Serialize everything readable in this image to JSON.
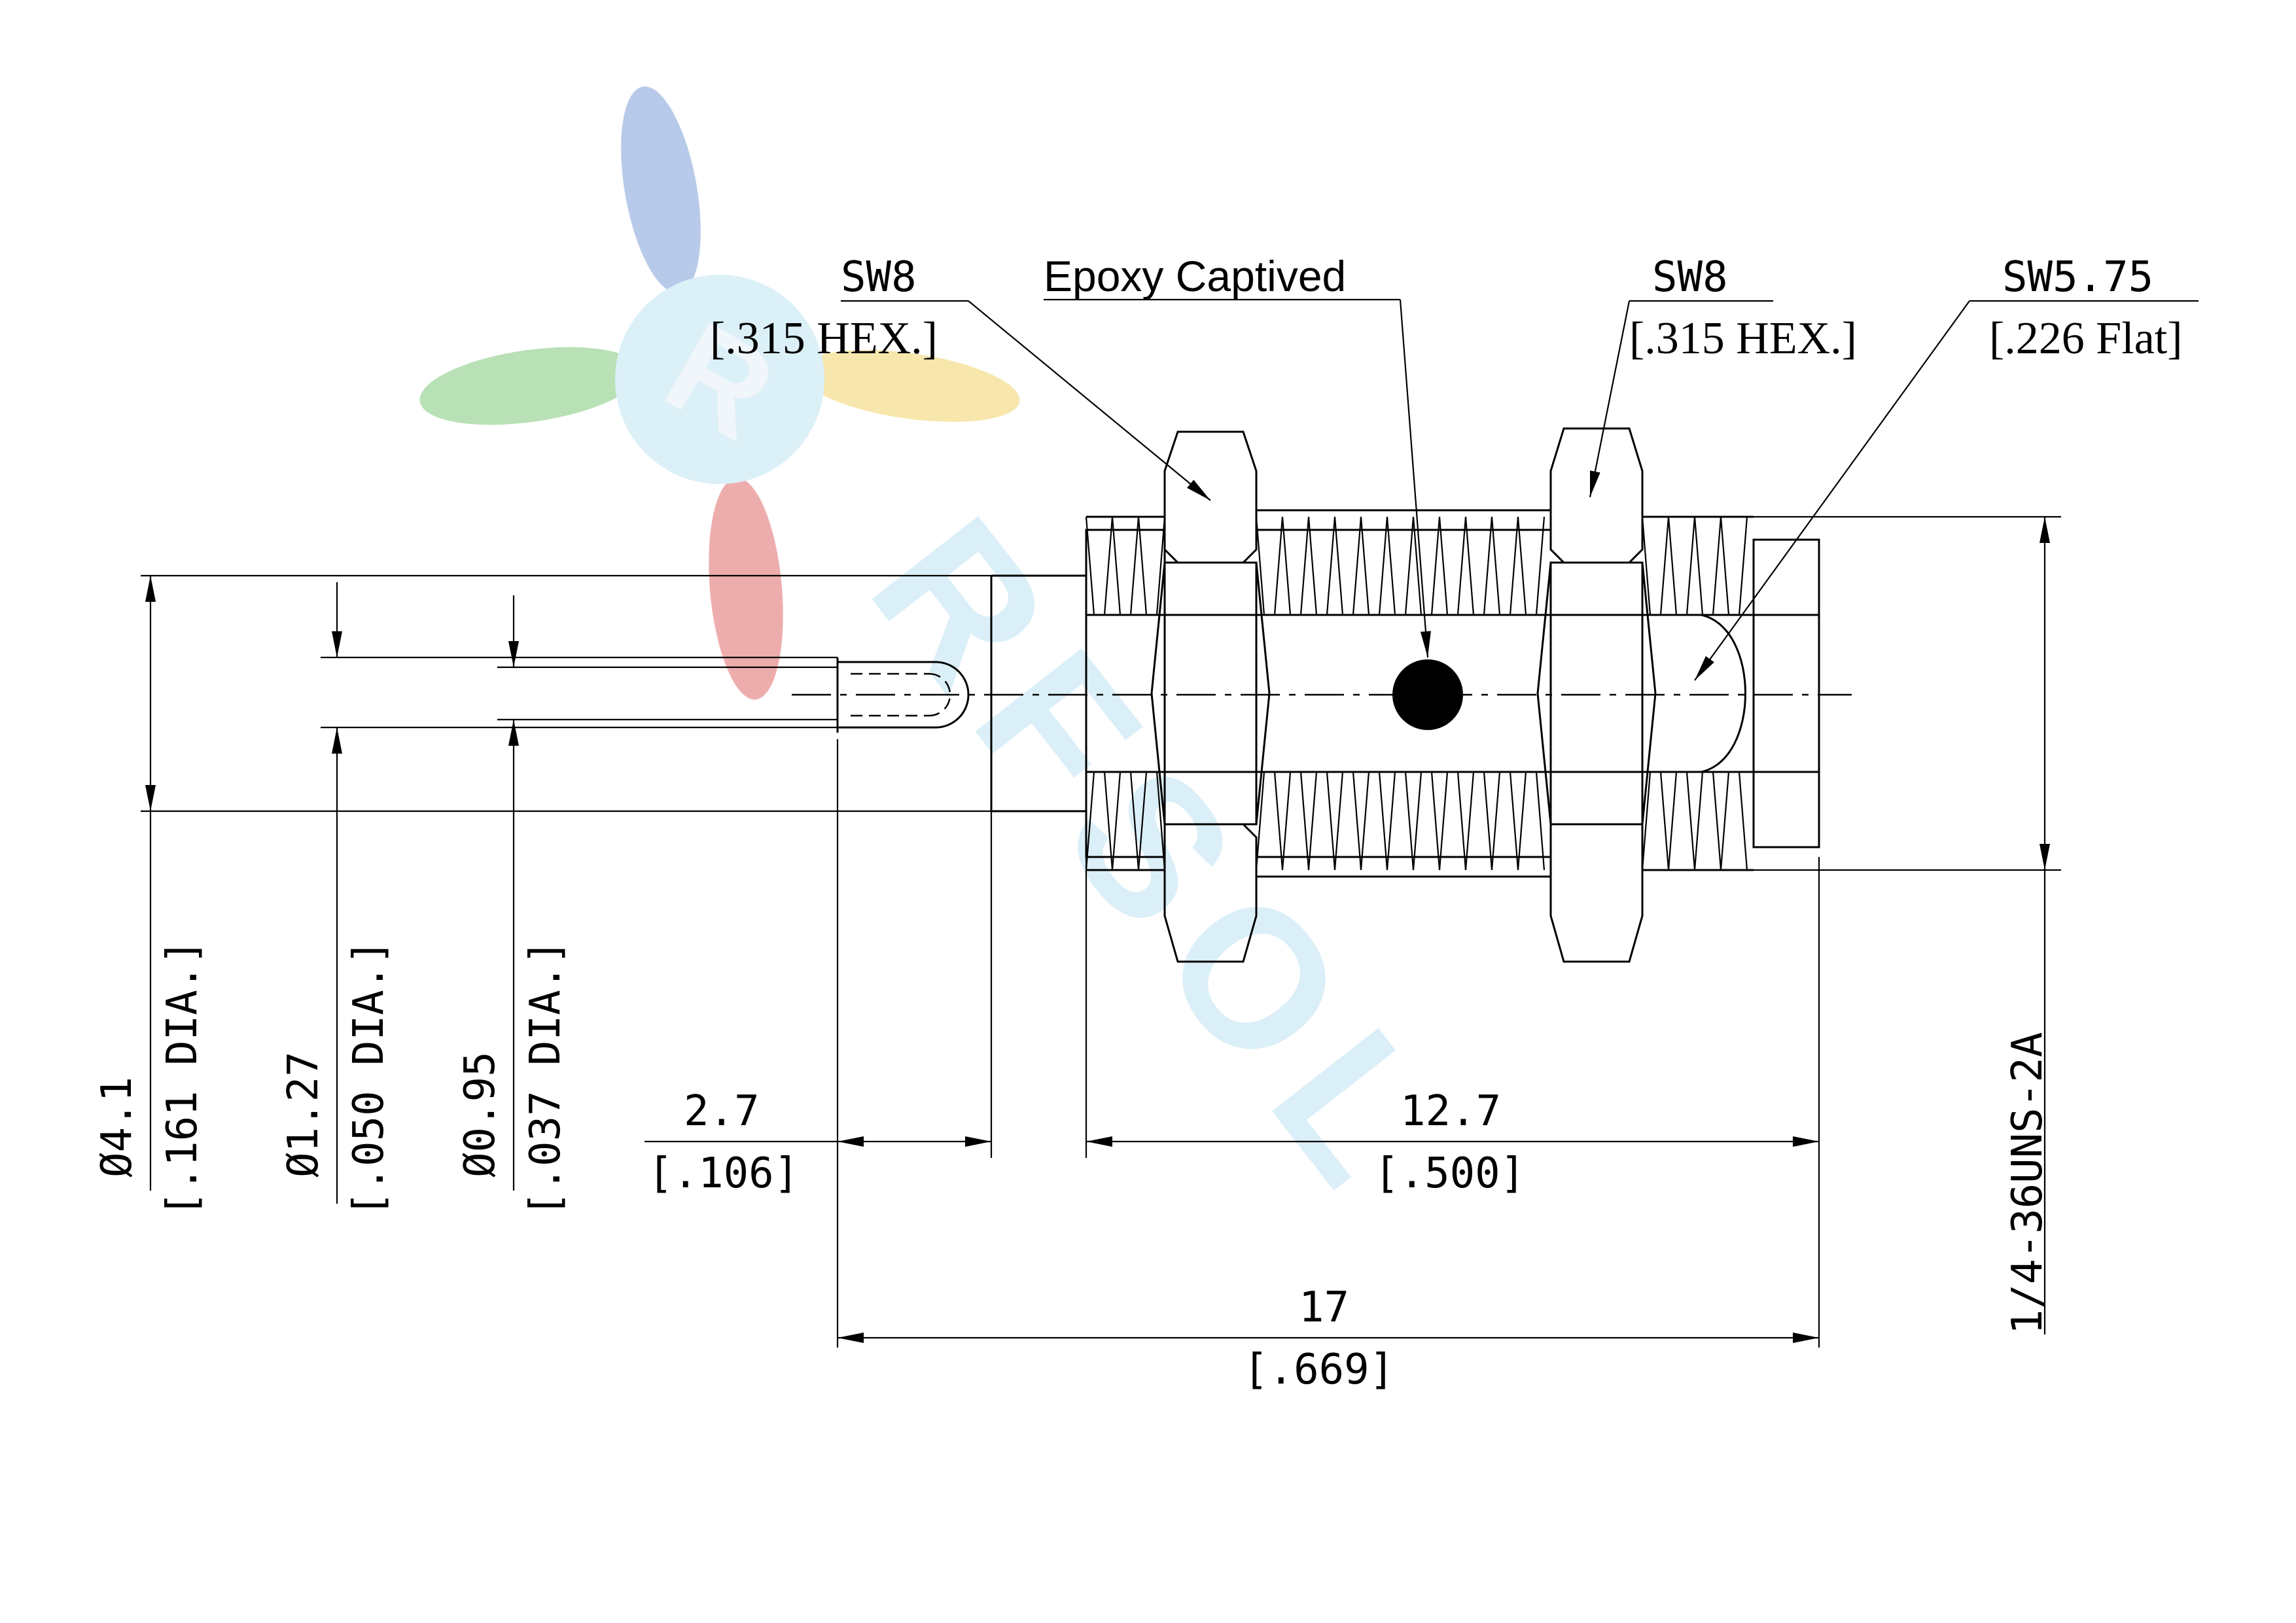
{
  "watermark": {
    "brand_text": "RFSOL",
    "colors": {
      "blue": "#7f9ed8",
      "green": "#7ec97a",
      "red": "#e06a6a",
      "yellow": "#f0d46a",
      "cyan": "#bfe4f3"
    }
  },
  "callouts": {
    "left_hex": {
      "size": "SW8",
      "note": "[.315 HEX.]"
    },
    "epoxy": {
      "text": "Epoxy Captived"
    },
    "right_hex": {
      "size": "SW8",
      "note": "[.315 HEX.]"
    },
    "flat": {
      "size": "SW5.75",
      "note": "[.226 Flat]"
    }
  },
  "dimensions": {
    "dia_body": {
      "metric": "Ø4.1",
      "imperial": "[.161 DIA.]"
    },
    "dia_pin": {
      "metric": "Ø1.27",
      "imperial": "[.050 DIA.]"
    },
    "dia_tip": {
      "metric": "Ø0.95",
      "imperial": "[.037 DIA.]"
    },
    "pin_length": {
      "metric": "2.7",
      "imperial": "[.106]"
    },
    "body_length": {
      "metric": "12.7",
      "imperial": "[.500]"
    },
    "overall_length": {
      "metric": "17",
      "imperial": "[.669]"
    },
    "thread": {
      "text": "1/4-36UNS-2A"
    }
  }
}
